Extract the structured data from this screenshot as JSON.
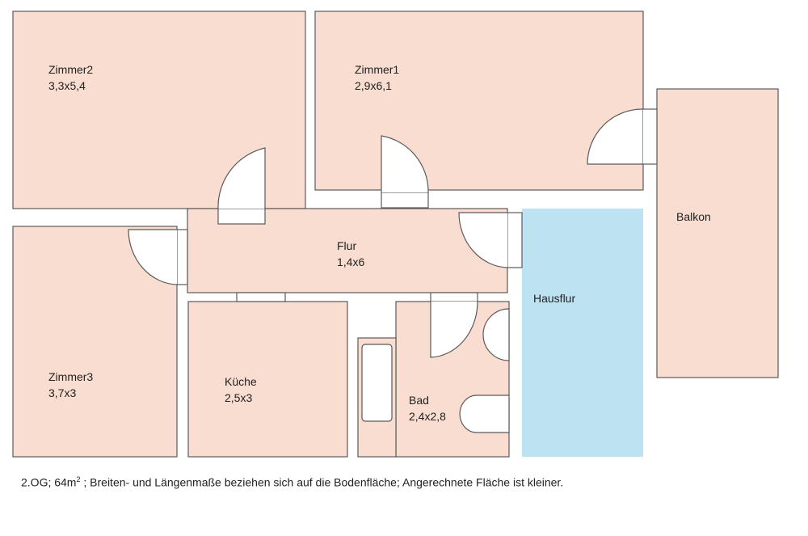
{
  "colors": {
    "room_fill": "#F8DDD0",
    "hallway_fill": "#BDE3F2",
    "wall": "#5a5a5a",
    "door_fill": "#ffffff"
  },
  "rooms": {
    "zimmer2": {
      "name": "Zimmer2",
      "size": "3,3x5,4"
    },
    "zimmer1": {
      "name": "Zimmer1",
      "size": "2,9x6,1"
    },
    "balkon": {
      "name": "Balkon"
    },
    "flur": {
      "name": "Flur",
      "size": "1,4x6"
    },
    "hausflur": {
      "name": "Hausflur"
    },
    "zimmer3": {
      "name": "Zimmer3",
      "size": "3,7x3"
    },
    "kueche": {
      "name": "Küche",
      "size": "2,5x3"
    },
    "bad": {
      "name": "Bad",
      "size": "2,4x2,8"
    }
  },
  "caption": {
    "floor_area": "2.OG; 64m",
    "superscript": "2",
    "note": " ; Breiten- und Längenmaße beziehen sich auf die Bodenfläche; Angerechnete Fläche ist kleiner."
  }
}
